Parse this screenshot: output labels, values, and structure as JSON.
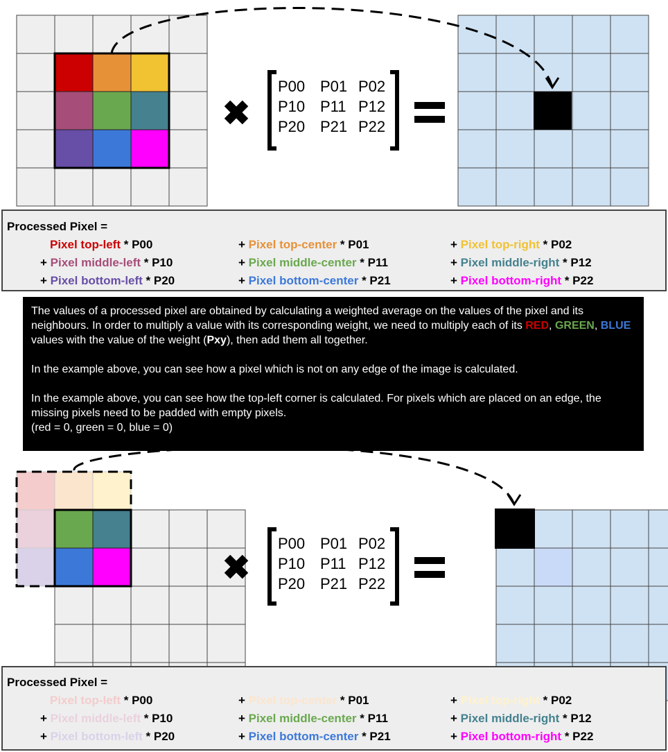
{
  "colors": {
    "red": "#cc0000",
    "orange": "#e69138",
    "yellow": "#f1c232",
    "mauve": "#a64d79",
    "green": "#6aa84f",
    "teal": "#45818e",
    "purple": "#674ea7",
    "blue": "#3c78d8",
    "magenta": "#ff00ff",
    "grid_gray": "#efefef",
    "grid_blue": "#cfe2f3",
    "pad_red": "#f4cccc",
    "pad_orange": "#fce5cd",
    "pad_yellow": "#fff2cc",
    "pad_mauve": "#ead1dc",
    "pad_purple": "#d9d2e9"
  },
  "matrix": {
    "rows": [
      [
        "P00",
        "P01",
        "P02"
      ],
      [
        "P10",
        "P11",
        "P12"
      ],
      [
        "P20",
        "P21",
        "P22"
      ]
    ]
  },
  "formula_top": {
    "heading": "Processed Pixel =",
    "rows": [
      [
        {
          "prefix": "",
          "name": "Pixel top-left",
          "weight": " * P00",
          "color": "#cc0000"
        },
        {
          "prefix": "+ ",
          "name": "Pixel top-center",
          "weight": " * P01",
          "color": "#e69138"
        },
        {
          "prefix": "+ ",
          "name": "Pixel top-right",
          "weight": " * P02",
          "color": "#f1c232"
        }
      ],
      [
        {
          "prefix": "+ ",
          "name": "Pixel middle-left",
          "weight": " * P10",
          "color": "#a64d79"
        },
        {
          "prefix": "+ ",
          "name": "Pixel middle-center",
          "weight": " * P11",
          "color": "#6aa84f"
        },
        {
          "prefix": "+ ",
          "name": "Pixel middle-right",
          "weight": " * P12",
          "color": "#45818e"
        }
      ],
      [
        {
          "prefix": "+ ",
          "name": "Pixel bottom-left",
          "weight": " * P20",
          "color": "#674ea7"
        },
        {
          "prefix": "+ ",
          "name": "Pixel bottom-center",
          "weight": " * P21",
          "color": "#3c78d8"
        },
        {
          "prefix": "+ ",
          "name": "Pixel bottom-right",
          "weight": " * P22",
          "color": "#ff00ff"
        }
      ]
    ]
  },
  "formula_bottom": {
    "heading": "Processed Pixel =",
    "rows": [
      [
        {
          "prefix": "",
          "name": "Pixel top-left",
          "weight": " * P00",
          "color": "#f4cccc"
        },
        {
          "prefix": "+ ",
          "name": "Pixel top-center",
          "weight": " * P01",
          "color": "#fce5cd"
        },
        {
          "prefix": "+ ",
          "name": "Pixel top-right",
          "weight": " * P02",
          "color": "#fff2cc"
        }
      ],
      [
        {
          "prefix": "+ ",
          "name": "Pixel middle-left",
          "weight": " * P10",
          "color": "#ead1dc"
        },
        {
          "prefix": "+ ",
          "name": "Pixel middle-center",
          "weight": " * P11",
          "color": "#6aa84f"
        },
        {
          "prefix": "+ ",
          "name": "Pixel middle-right",
          "weight": " * P12",
          "color": "#45818e"
        }
      ],
      [
        {
          "prefix": "+ ",
          "name": "Pixel bottom-left",
          "weight": " * P20",
          "color": "#d9d2e9"
        },
        {
          "prefix": "+ ",
          "name": "Pixel bottom-center",
          "weight": " * P21",
          "color": "#3c78d8"
        },
        {
          "prefix": "+ ",
          "name": "Pixel bottom-right",
          "weight": " * P22",
          "color": "#ff00ff"
        }
      ]
    ]
  },
  "explanation": {
    "p1_before": "The values of a processed pixel are obtained by calculating a weighted average on the values of the pixel and its neighbours. In order to multiply a value with its corresponding weight, we need to multiply each of its ",
    "red_word": "RED",
    "sep1": ", ",
    "green_word": "GREEN",
    "sep2": ", ",
    "blue_word": "BLUE",
    "p1_mid": " values with the value of the weight (",
    "weight_word": "Pxy",
    "p1_after": "), then add them all together.",
    "p2": "In the example above, you can see how a pixel which is not on any edge of the image is calculated.",
    "p3_line1": "In the example above, you can see how the top-left corner is calculated. For pixels which are placed on an edge, the missing pixels need to be padded with empty pixels.",
    "p3_line2": "(red = 0, green = 0, blue = 0)"
  }
}
